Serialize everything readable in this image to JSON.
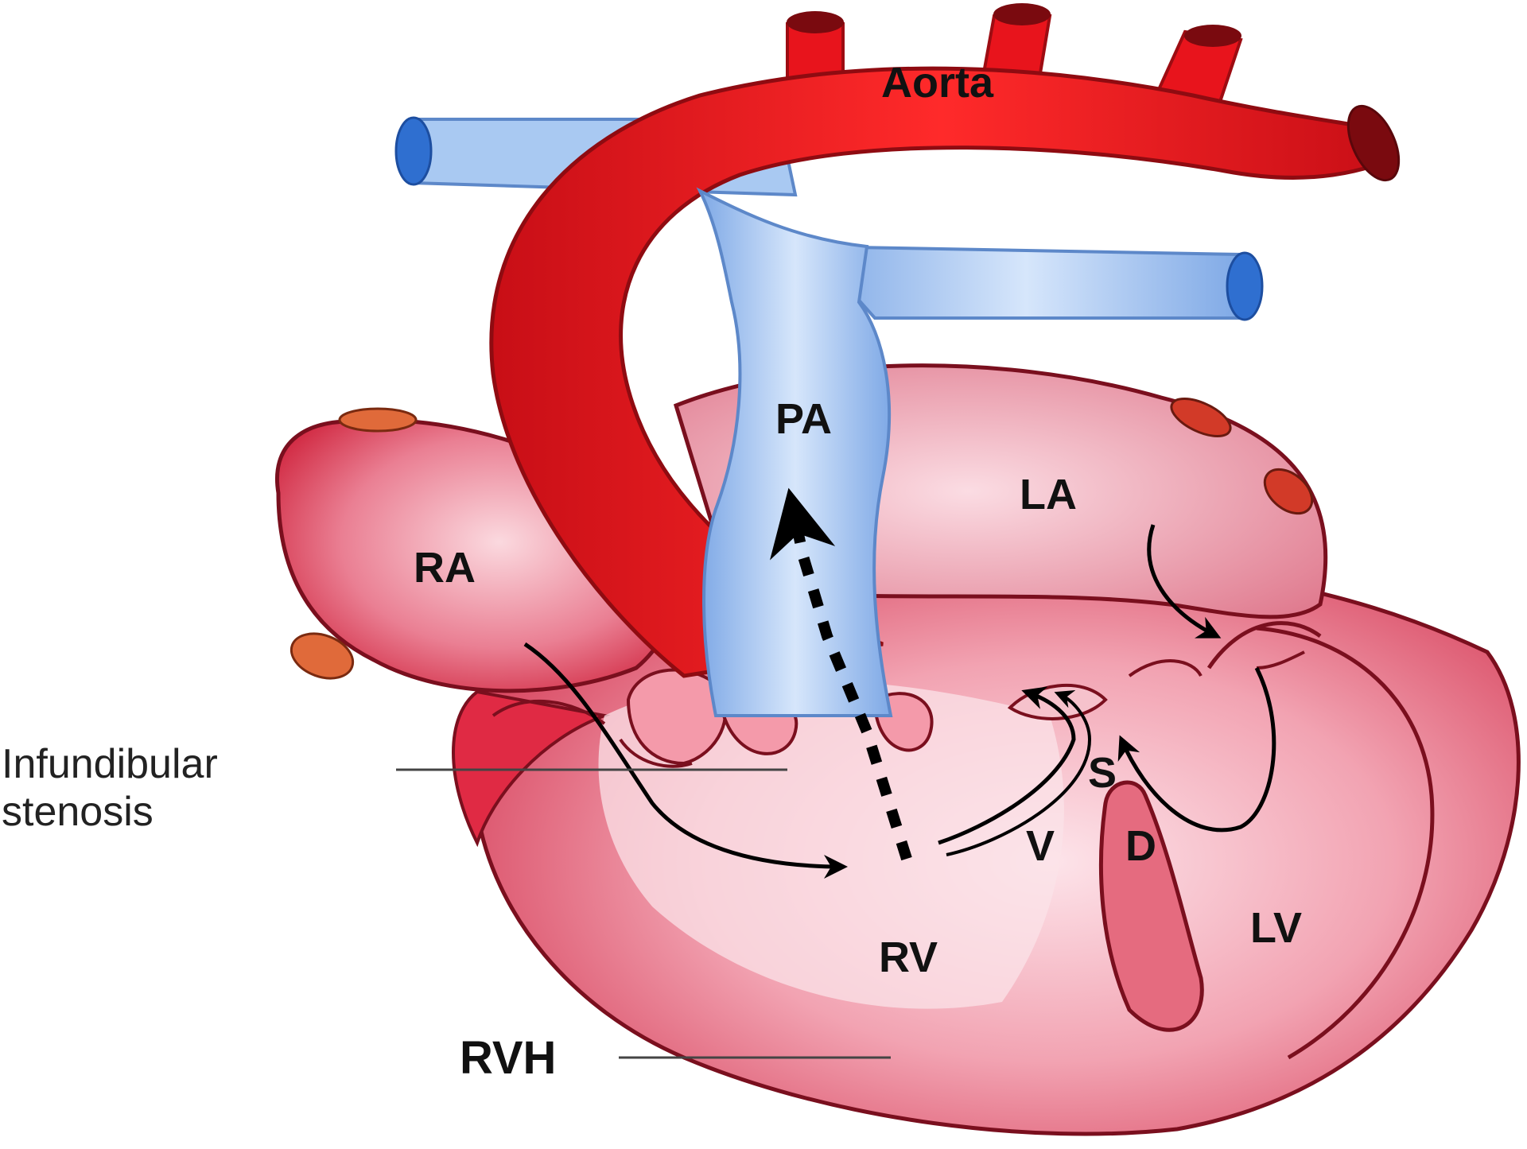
{
  "labels": {
    "aorta": "Aorta",
    "pa": "PA",
    "ra": "RA",
    "la": "LA",
    "rv": "RV",
    "lv": "LV",
    "s": "S",
    "v": "V",
    "d": "D",
    "rvh": "RVH",
    "infundibular_line1": "Infundibular",
    "infundibular_line2": "stenosis"
  },
  "colors": {
    "aorta_red": "#e8141c",
    "aorta_dark": "#b10d13",
    "pulmonary_blue": "#a9c9f2",
    "pulmonary_dark": "#2f6fd0",
    "heart_pink": "#e56b7f",
    "heart_light": "#f7c6cf",
    "heart_outline": "#7a0f1e",
    "vein_orange": "#e06a3a",
    "arrow_black": "#000000"
  }
}
